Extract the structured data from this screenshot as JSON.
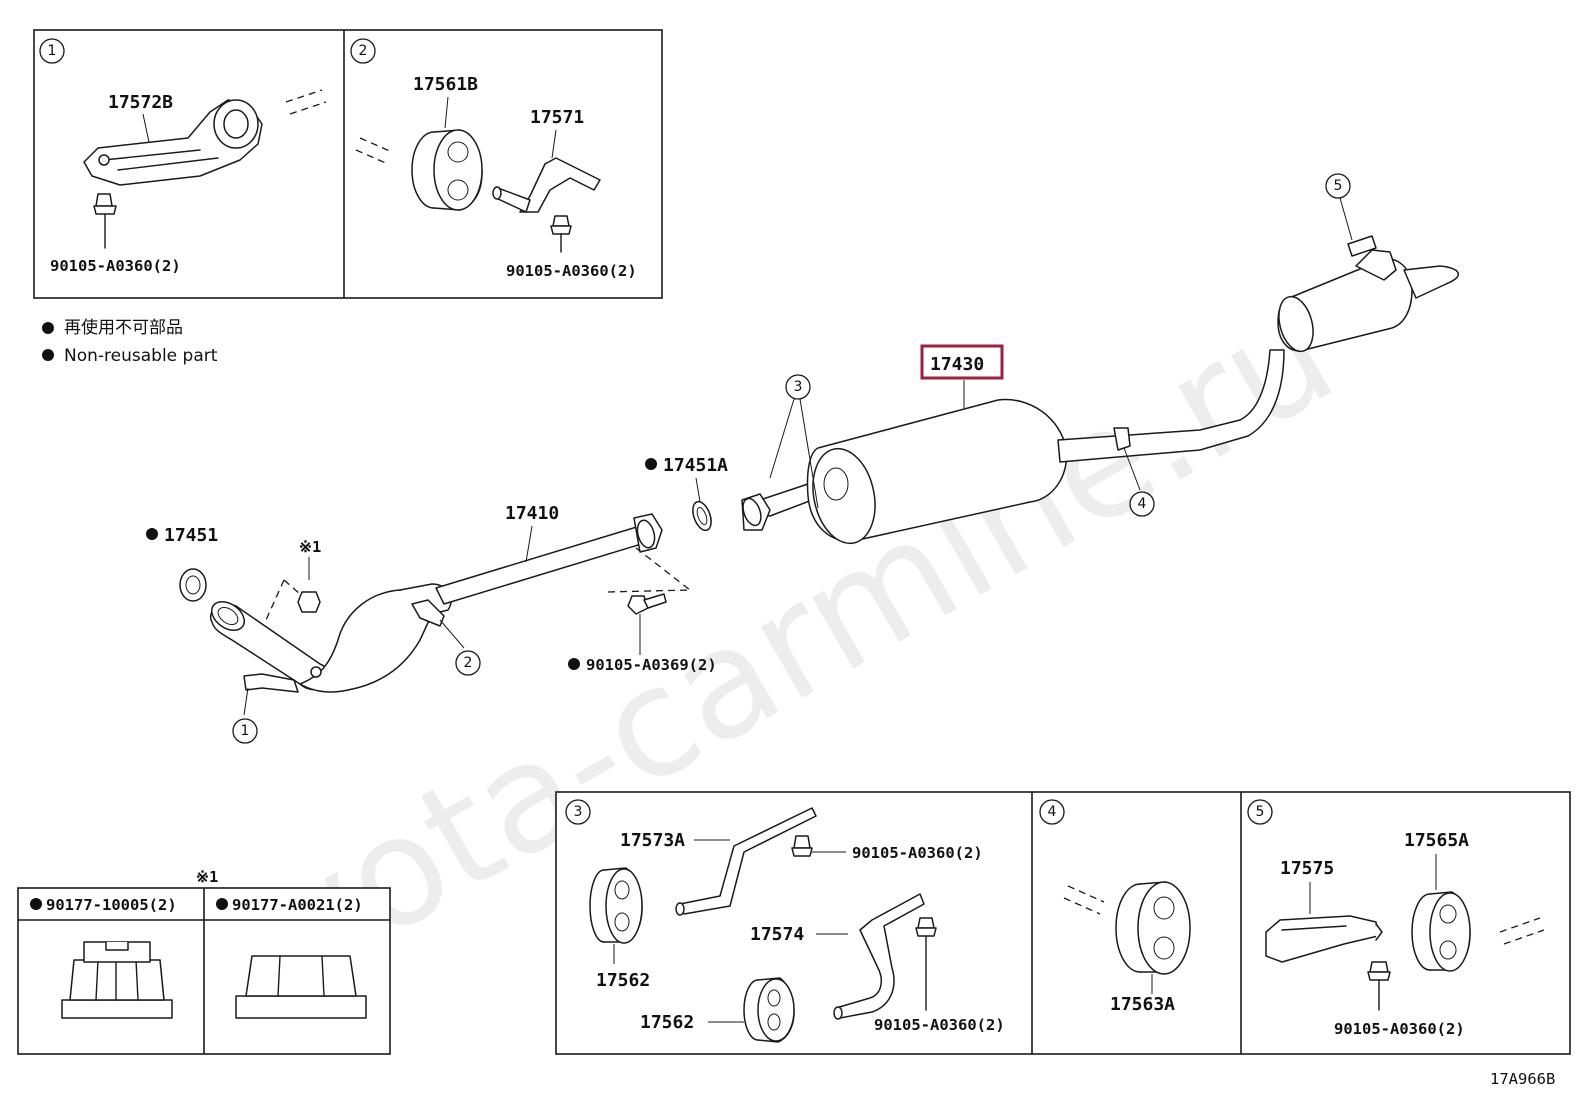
{
  "watermark": "toyota-carmine.ru",
  "diagram_code": "17A966B",
  "legend": {
    "jp": "再使用不可部品",
    "en": "Non-reusable part"
  },
  "callouts": [
    "1",
    "2",
    "3",
    "4",
    "5"
  ],
  "reference_mark": "※1",
  "main_parts": {
    "muffler": "17430",
    "front_pipe": "17410",
    "gasket_front": "17451",
    "gasket_rear": "17451A",
    "bolt_front": "90105-A0369(2)"
  },
  "detail_1": {
    "label": "1",
    "bracket": "17572B",
    "bolt": "90105-A0360(2)"
  },
  "detail_2": {
    "label": "2",
    "cushion": "17561B",
    "bracket": "17571",
    "bolt": "90105-A0360(2)"
  },
  "detail_3": {
    "label": "3",
    "bracket_a": "17573A",
    "bolt_a": "90105-A0360(2)",
    "bracket_b": "17574",
    "bolt_b": "90105-A0360(2)",
    "cushion_a": "17562",
    "cushion_b": "17562"
  },
  "detail_4": {
    "label": "4",
    "cushion": "17563A"
  },
  "detail_5": {
    "label": "5",
    "bracket": "17575",
    "cushion": "17565A",
    "bolt": "90105-A0360(2)"
  },
  "nuts": {
    "ref": "※1",
    "nut_a": "90177-10005(2)",
    "nut_b": "90177-A0021(2)"
  },
  "highlight_color": "#9c1f3c"
}
